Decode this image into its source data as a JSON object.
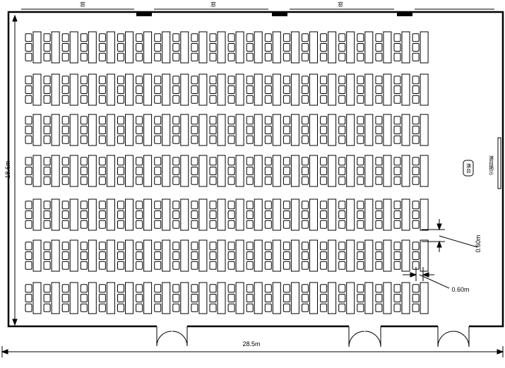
{
  "floor_plan": {
    "windows": [
      {
        "label": "窓"
      },
      {
        "label": "窓"
      },
      {
        "label": "窓"
      }
    ],
    "podium_label": "演台",
    "screen_label": "演目掲示",
    "dimensions": {
      "width": "28.5m",
      "depth": "18.6m",
      "row_gap": "0.60m",
      "aisle_gap": "0.60m"
    },
    "seating": {
      "rows": 7,
      "desks_per_row": 22,
      "chairs_per_desk": 3
    }
  }
}
